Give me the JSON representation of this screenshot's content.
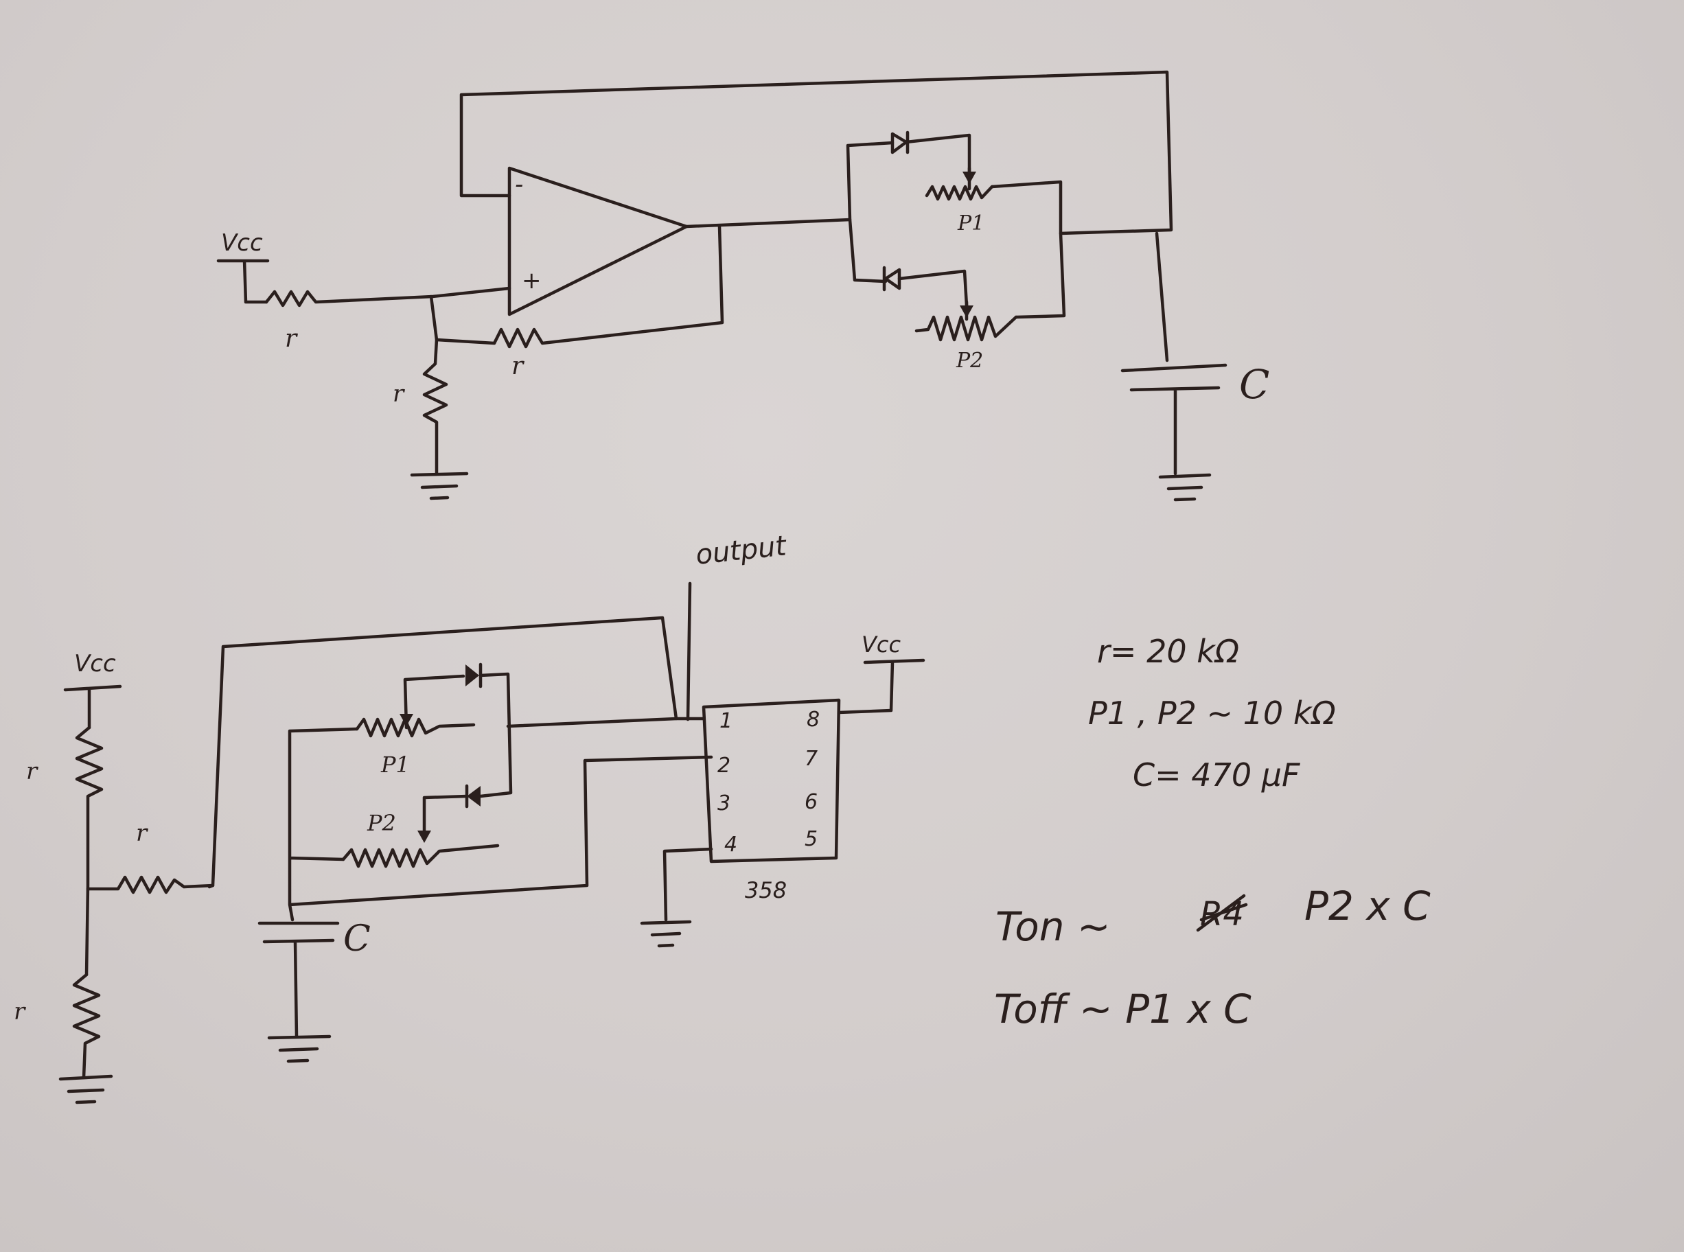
{
  "top_circuit": {
    "vcc_label": "Vcc",
    "resistor_label": "r",
    "opamp_minus": "-",
    "opamp_plus": "+",
    "p1_label": "P1",
    "p2_label": "P2",
    "capacitor_label": "C"
  },
  "bottom_circuit": {
    "output_label": "output",
    "vcc_label": "Vcc",
    "resistor_label": "r",
    "p1_label": "P1",
    "p2_label": "P2",
    "capacitor_label": "C",
    "ic_part_number": "358",
    "ic_pins": [
      "1",
      "2",
      "3",
      "4",
      "5",
      "6",
      "7",
      "8"
    ]
  },
  "notes": {
    "r_value": "r= 20 kΩ",
    "p_value": "P1 , P2 ~ 10 kΩ",
    "c_value": "C= 470 μF",
    "t_on": "Ton ~",
    "t_on_struck": "R4",
    "t_on_formula": "P2 x C",
    "t_off": "Toff ~ P1 x C"
  }
}
